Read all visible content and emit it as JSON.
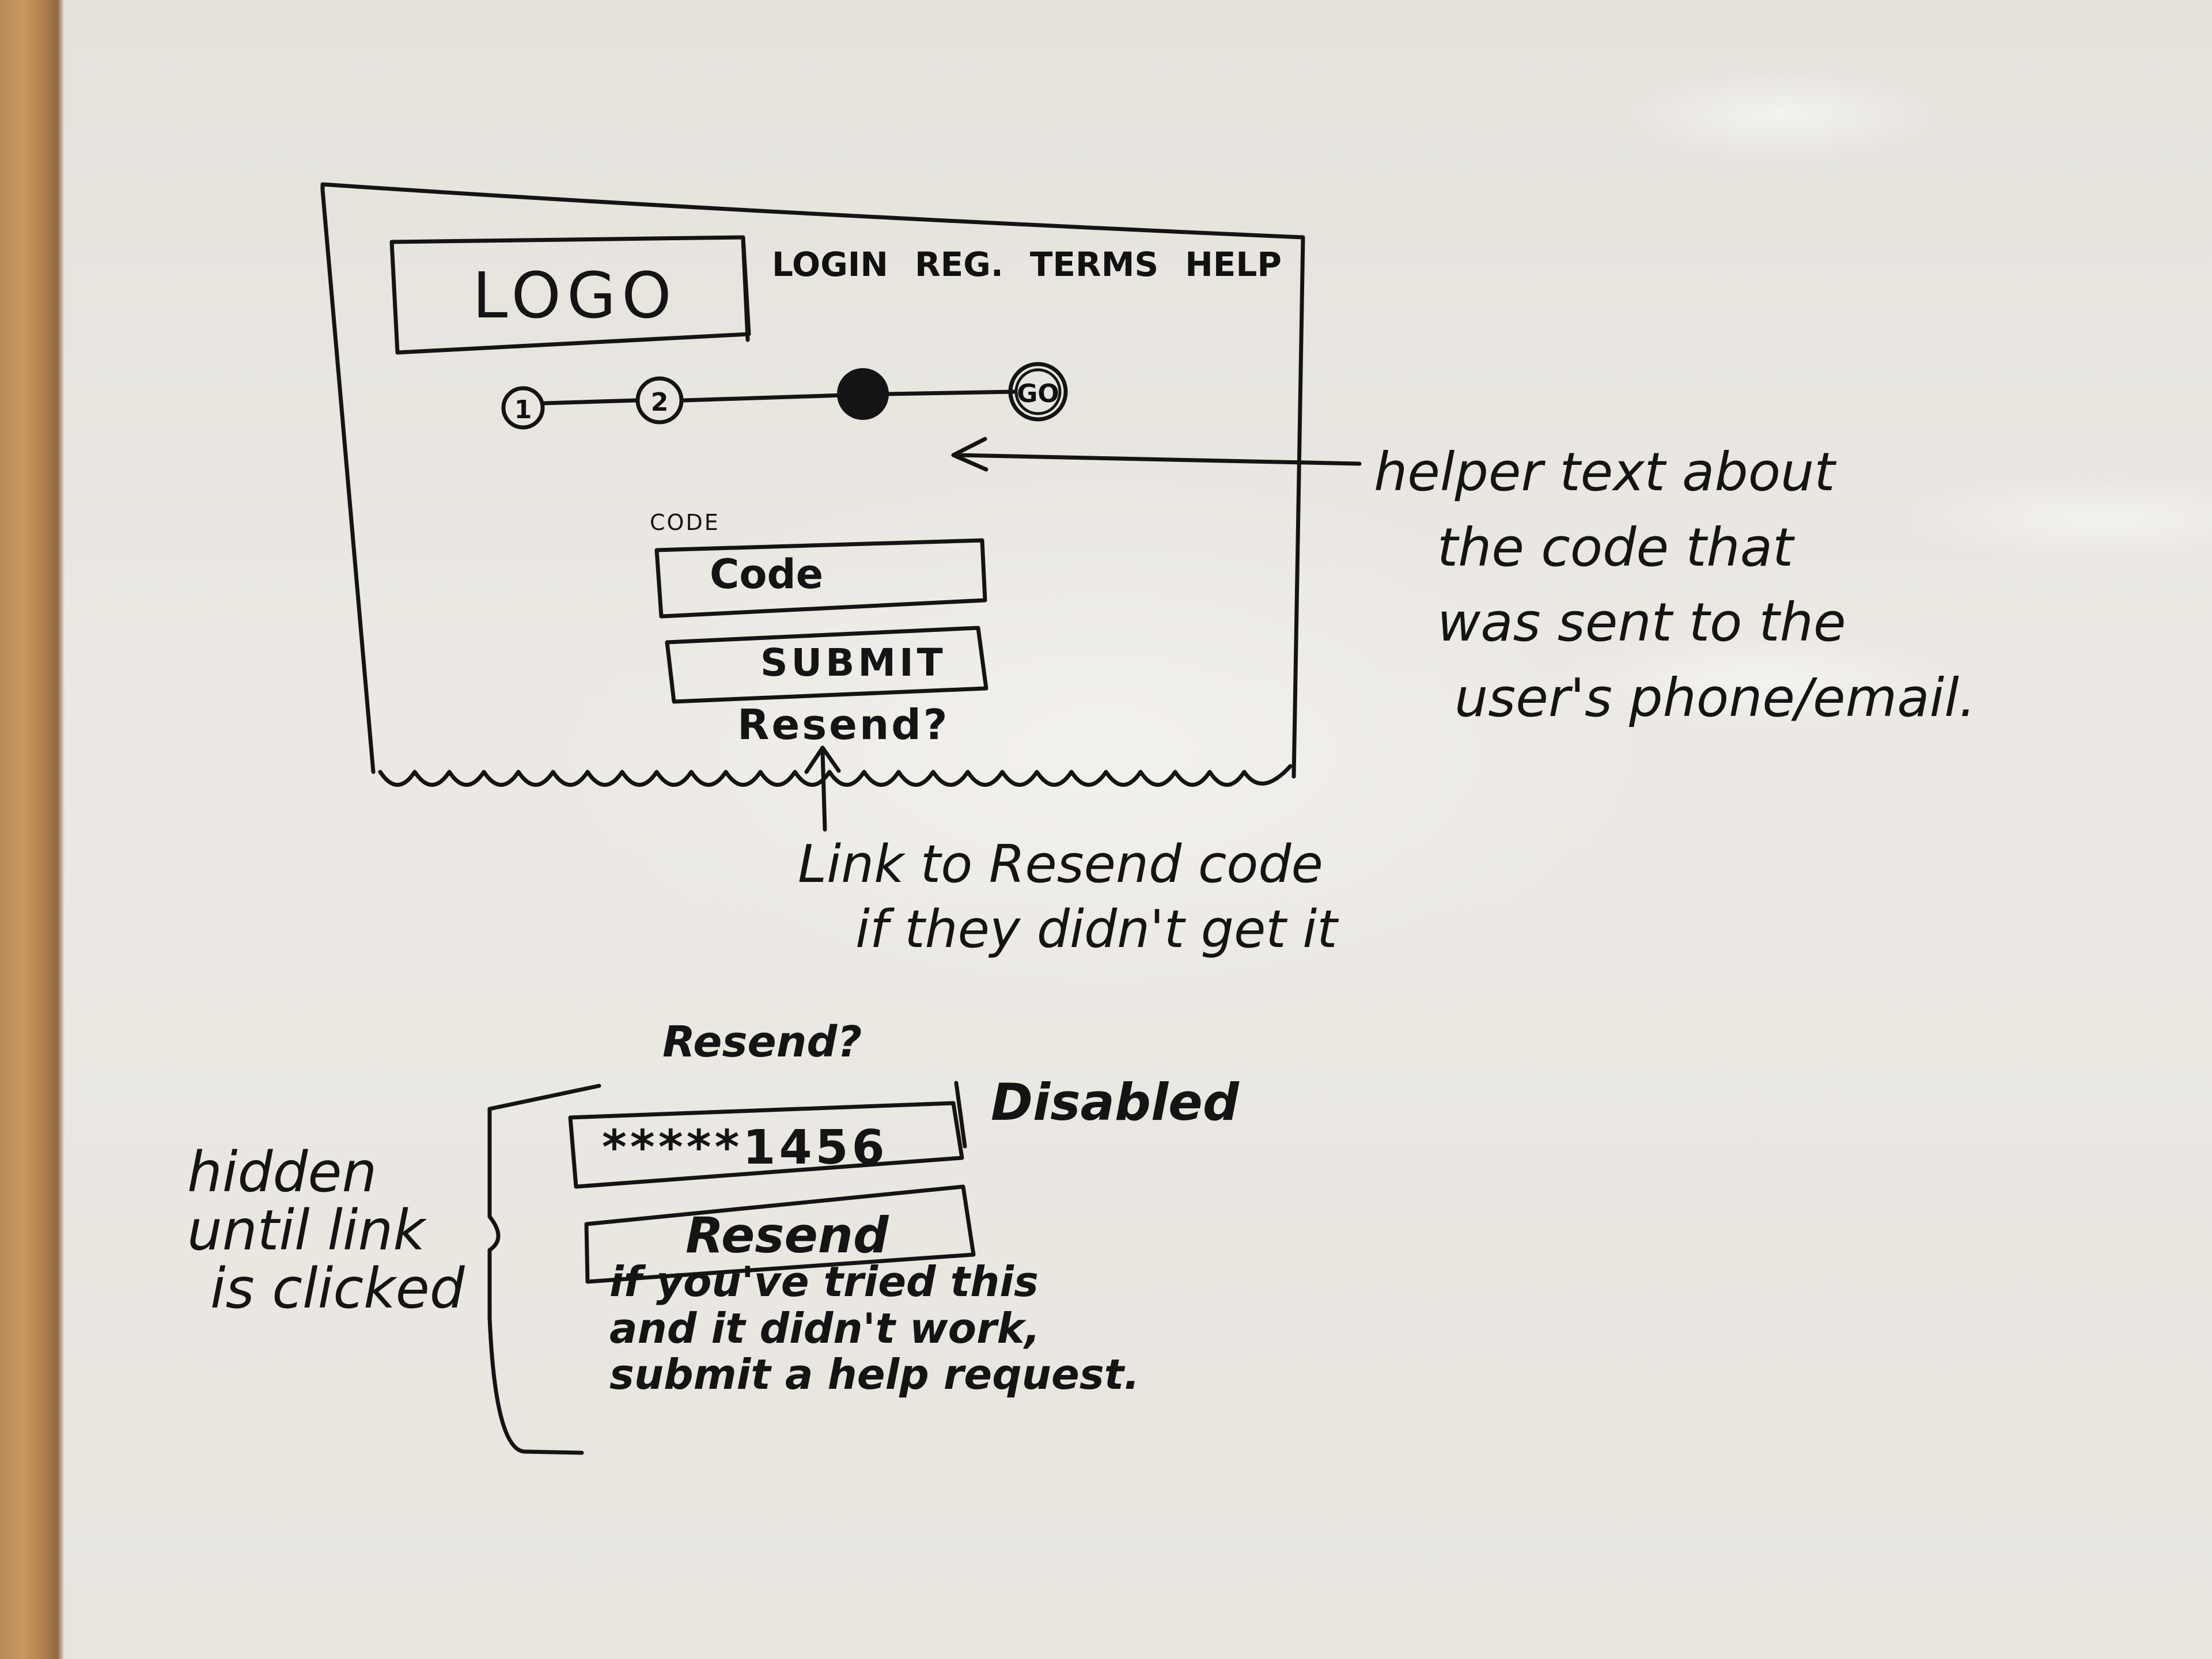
{
  "wireframe": {
    "logo": "LOGO",
    "nav": [
      "LOGIN",
      "REG.",
      "TERMS",
      "HELP"
    ],
    "steps": [
      "1",
      "2",
      "",
      "GO"
    ],
    "code_field": {
      "label": "CODE",
      "placeholder": "Code"
    },
    "submit_label": "SUBMIT",
    "resend_link": "Resend?"
  },
  "annotations": {
    "helper_text": [
      "helper text about",
      "the code that",
      "was sent to the",
      "user's phone/email."
    ],
    "resend_link_note": [
      "Link to Resend code",
      "if they didn't get it"
    ],
    "hidden_note": [
      "hidden",
      "until link",
      "is clicked"
    ]
  },
  "resend_panel": {
    "heading": "Resend?",
    "masked_value": "*****1456",
    "state_label": "Disabled",
    "button_label": "Resend",
    "help_note": [
      "if you've tried this",
      "and it didn't work,",
      "submit a help request."
    ]
  }
}
